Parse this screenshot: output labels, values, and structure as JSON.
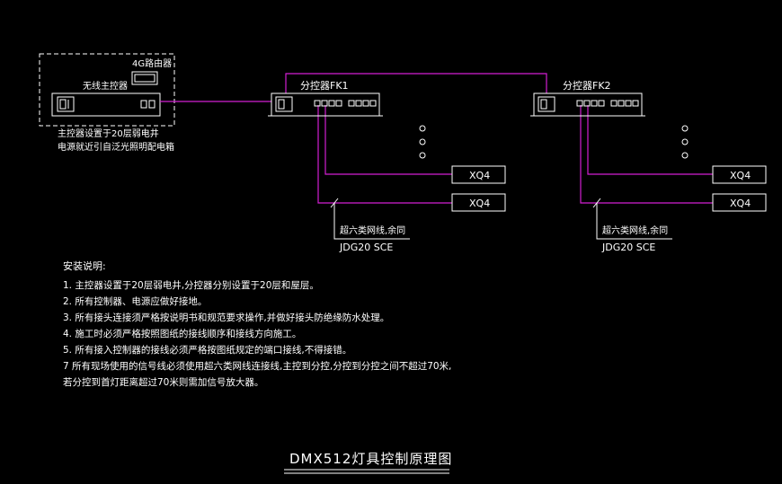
{
  "master": {
    "router_label": "4G路由器",
    "controller_label": "无线主控器",
    "note_line1": "主控器设置于20层弱电井",
    "note_line2": "电源就近引自泛光照明配电箱"
  },
  "splitters": [
    {
      "label": "分控器FK1",
      "fixtures": [
        "XQ4",
        "XQ4"
      ],
      "cable_spec": "超六类网线,余同",
      "conduit": "JDG20 SCE"
    },
    {
      "label": "分控器FK2",
      "fixtures": [
        "XQ4",
        "XQ4"
      ],
      "cable_spec": "超六类网线,余同",
      "conduit": "JDG20 SCE"
    }
  ],
  "notes": {
    "heading": "安装说明:",
    "items": [
      "1. 主控器设置于20层弱电井,分控器分别设置于20层和屋层。",
      "2. 所有控制器、电源应做好接地。",
      "3. 所有接头连接须严格按说明书和规范要求操作,并做好接头防绝缘防水处理。",
      "4. 施工时必须严格按照图纸的接线顺序和接线方向施工。",
      "5. 所有接入控制器的接线必须严格按图纸规定的端口接线,不得接错。",
      "7   所有现场使用的信号线必须使用超六类网线连接线,主控到分控,分控到分控之间不超过70米,",
      "     若分控到首灯距离超过70米则需加信号放大器。"
    ]
  },
  "title": "DMX512灯具控制原理图"
}
